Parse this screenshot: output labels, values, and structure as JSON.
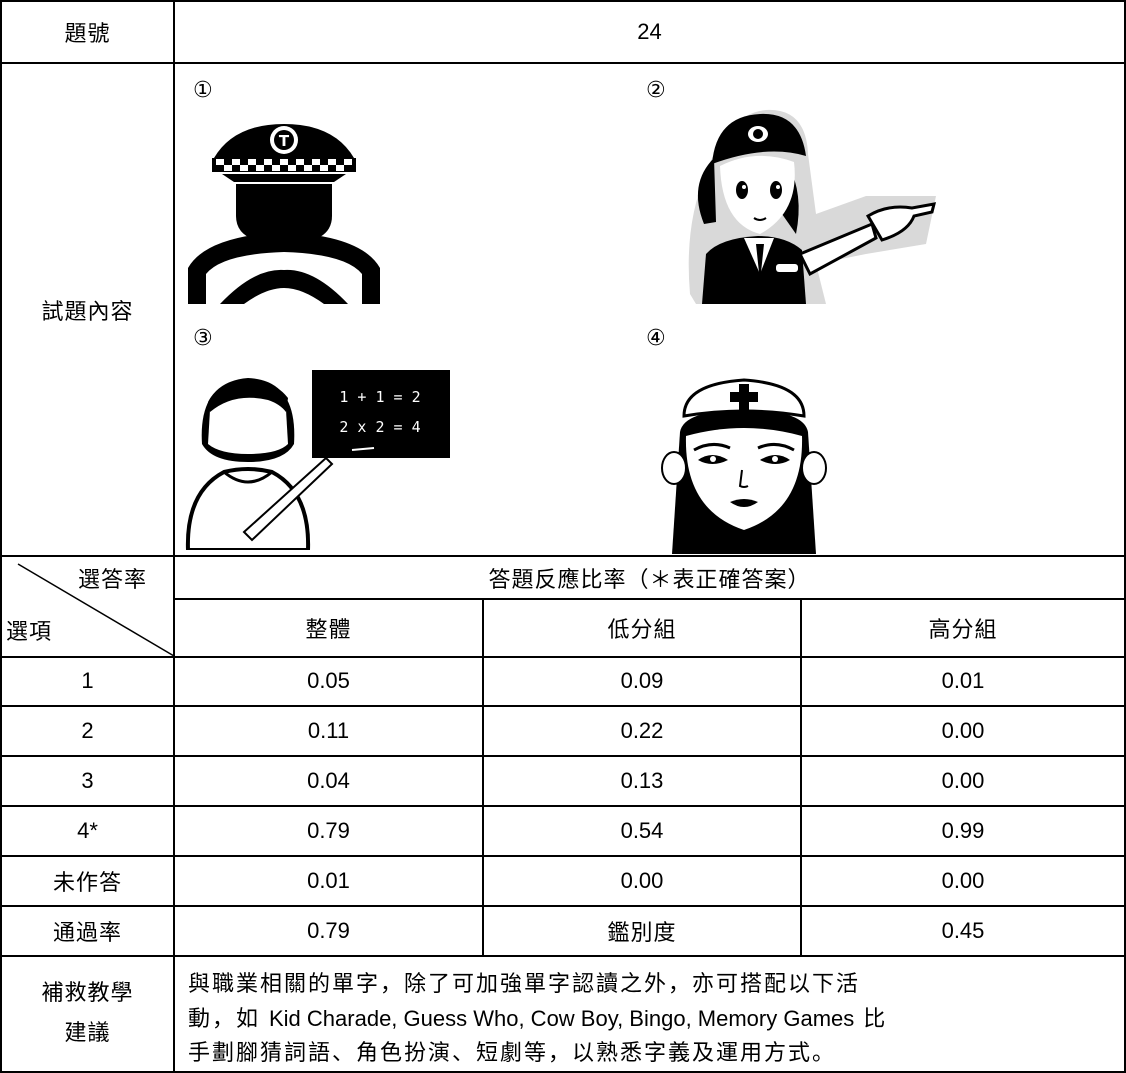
{
  "header": {
    "item_label": "題號",
    "item_number": "24"
  },
  "content_row": {
    "label": "試題內容",
    "options": [
      {
        "mark": "①",
        "icon": "taxi-driver-icon"
      },
      {
        "mark": "②",
        "icon": "police-officer-icon"
      },
      {
        "mark": "③",
        "icon": "teacher-icon"
      },
      {
        "mark": "④",
        "icon": "nurse-icon"
      }
    ],
    "blackboard_lines": [
      "1 + 1 = 2",
      "2 x 2 = 4"
    ]
  },
  "table": {
    "corner_top": "選答率",
    "corner_bottom": "選項",
    "group_header": "答題反應比率（＊表正確答案）",
    "columns": [
      "整體",
      "低分組",
      "高分組"
    ],
    "rows": [
      {
        "option": "1",
        "overall": "0.05",
        "low": "0.09",
        "high": "0.01"
      },
      {
        "option": "2",
        "overall": "0.11",
        "low": "0.22",
        "high": "0.00"
      },
      {
        "option": "3",
        "overall": "0.04",
        "low": "0.13",
        "high": "0.00"
      },
      {
        "option": "4*",
        "overall": "0.79",
        "low": "0.54",
        "high": "0.99"
      },
      {
        "option": "未作答",
        "overall": "0.01",
        "low": "0.00",
        "high": "0.00"
      }
    ],
    "pass_rate_label": "通過率",
    "pass_rate": "0.79",
    "discrimination_label": "鑑別度",
    "discrimination": "0.45"
  },
  "advice": {
    "label_line1": "補救教學",
    "label_line2": "建議",
    "line1": "與職業相關的單字，除了可加強單字認讀之外，亦可搭配以下活",
    "line2_prefix": "動，如 ",
    "line2_english": "Kid Charade, Guess Who, Cow Boy, Bingo, Memory Games",
    "line2_suffix": " 比",
    "line3": "手劃腳猜詞語、角色扮演、短劇等，以熟悉字義及運用方式。"
  }
}
